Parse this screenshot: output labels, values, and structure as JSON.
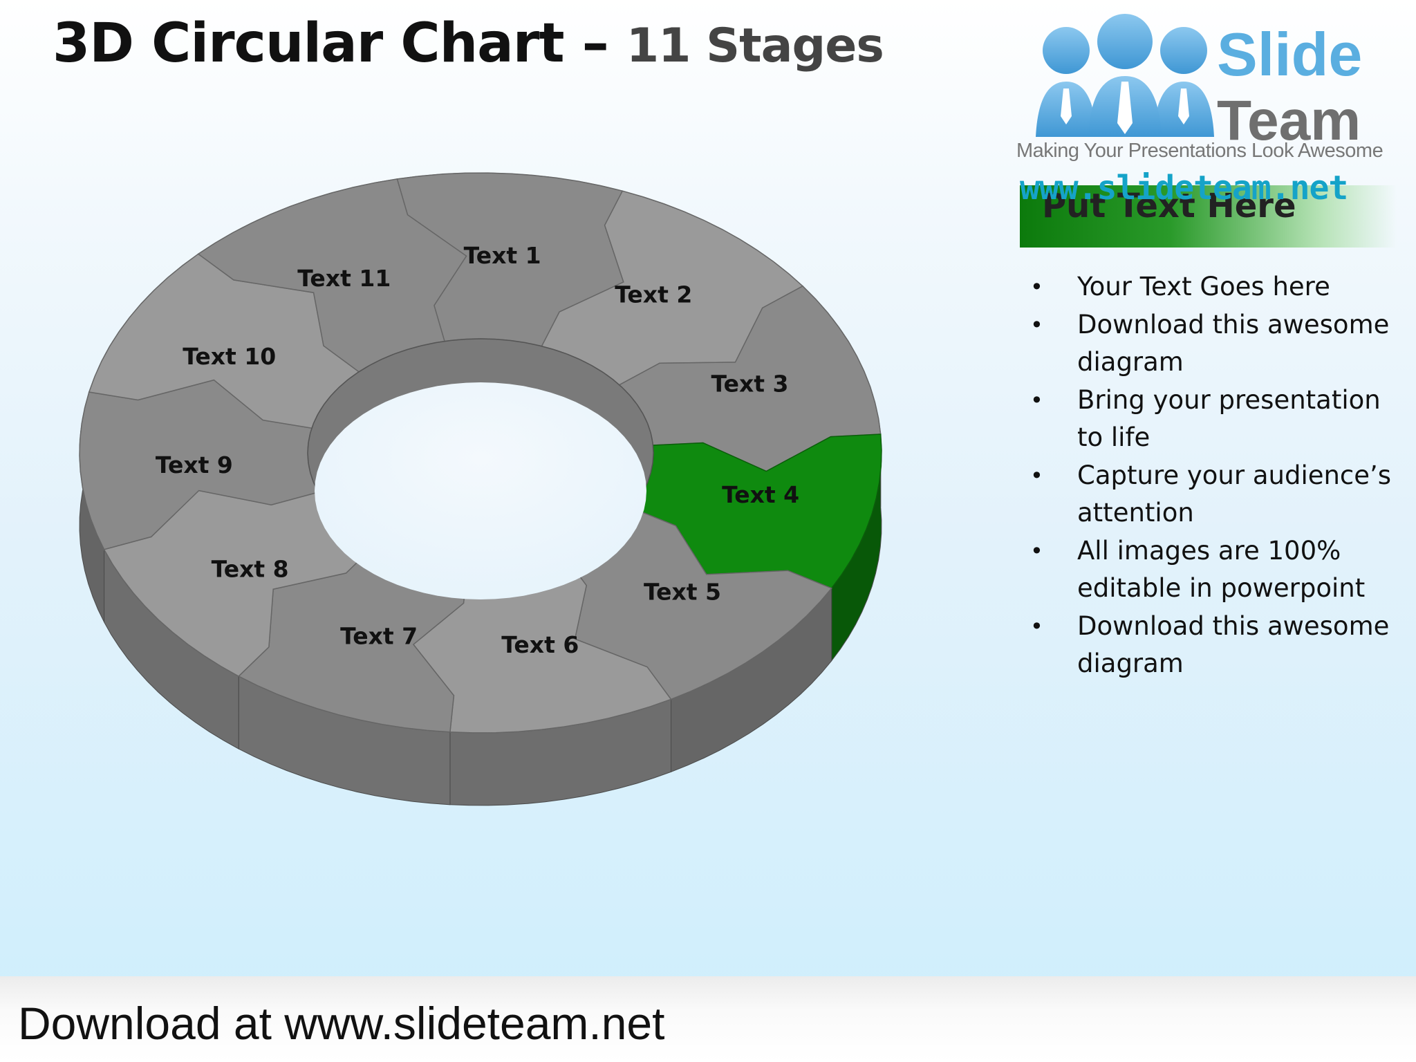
{
  "slide": {
    "title": "3D Circular Chart – ",
    "title_suffix": "11 Stages"
  },
  "logo": {
    "brand_line1": "Slide",
    "brand_line2": "Team",
    "tagline": "Making Your Presentations Look Awesome",
    "url": "www.slideteam.net"
  },
  "side_panel": {
    "header": "Put Text Here",
    "bullets": [
      "Your Text Goes here",
      "Download this awesome diagram",
      "Bring your presentation to life",
      "Capture your audience’s attention",
      "All images are 100% editable in powerpoint",
      "Download this awesome diagram"
    ]
  },
  "diagram": {
    "segments": [
      {
        "label": "Text 1",
        "highlight": false
      },
      {
        "label": "Text 2",
        "highlight": false
      },
      {
        "label": "Text 3",
        "highlight": false
      },
      {
        "label": "Text 4",
        "highlight": true
      },
      {
        "label": "Text 5",
        "highlight": false
      },
      {
        "label": "Text 6",
        "highlight": false
      },
      {
        "label": "Text 7",
        "highlight": false
      },
      {
        "label": "Text 8",
        "highlight": false
      },
      {
        "label": "Text 9",
        "highlight": false
      },
      {
        "label": "Text 10",
        "highlight": false
      },
      {
        "label": "Text 11",
        "highlight": false
      }
    ],
    "colors": {
      "segment": "#9a9a9a",
      "segment_alt": "#8a8a8a",
      "highlight": "#0f8a0f",
      "side": "#6e6e6e",
      "highlight_side": "#0a6a0a"
    }
  },
  "footer": {
    "text": "Download at www.slideteam.net"
  }
}
